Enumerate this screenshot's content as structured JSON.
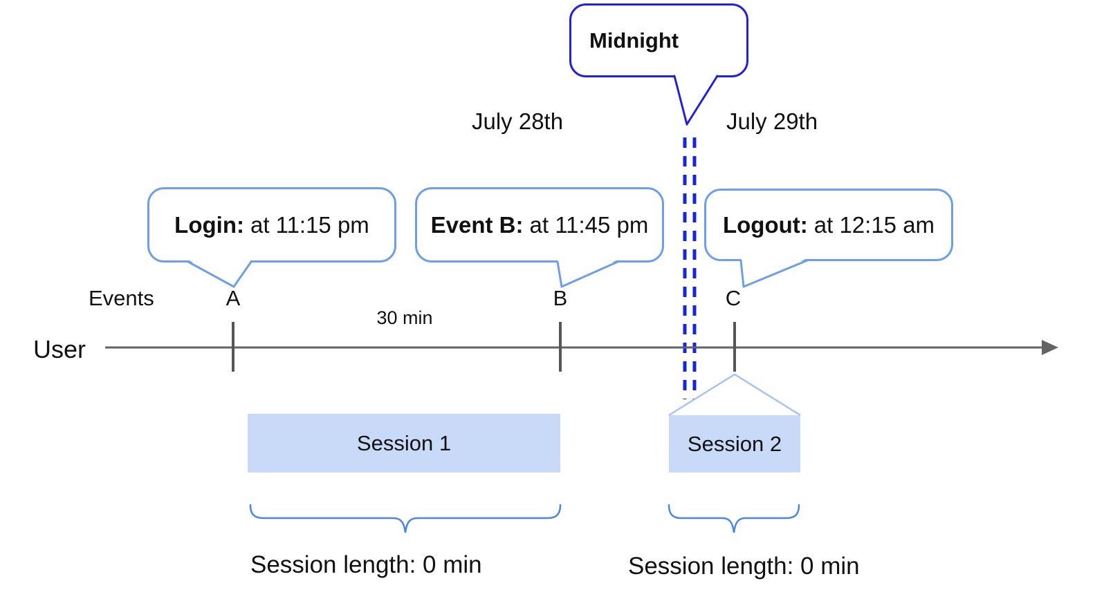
{
  "diagram": {
    "dates": {
      "left": "July 28th",
      "right": "July 29th"
    },
    "midnight": {
      "label": "Midnight"
    },
    "callouts": {
      "login": {
        "title": "Login:",
        "detail": "at 11:15 pm"
      },
      "event_b": {
        "title": "Event B:",
        "detail": "at 11:45 pm"
      },
      "logout": {
        "title": "Logout:",
        "detail": "at 12:15 am"
      }
    },
    "axis": {
      "row_label": "Events",
      "user_label": "User",
      "interval_label": "30 min",
      "markers": [
        "A",
        "B",
        "C"
      ]
    },
    "sessions": [
      {
        "label": "Session 1",
        "length_label": "Session length: 0 min"
      },
      {
        "label": "Session 2",
        "length_label": "Session length: 0 min"
      }
    ],
    "colors": {
      "callout_border": "#6d9eeb",
      "midnight_border": "#2020e0",
      "date_divider": "#1526dd",
      "session_fill": "#c9daf8",
      "session_roof": "#a4c2f4",
      "brace": "#4a86e8",
      "timeline": "#636363",
      "text": "#111111"
    }
  }
}
